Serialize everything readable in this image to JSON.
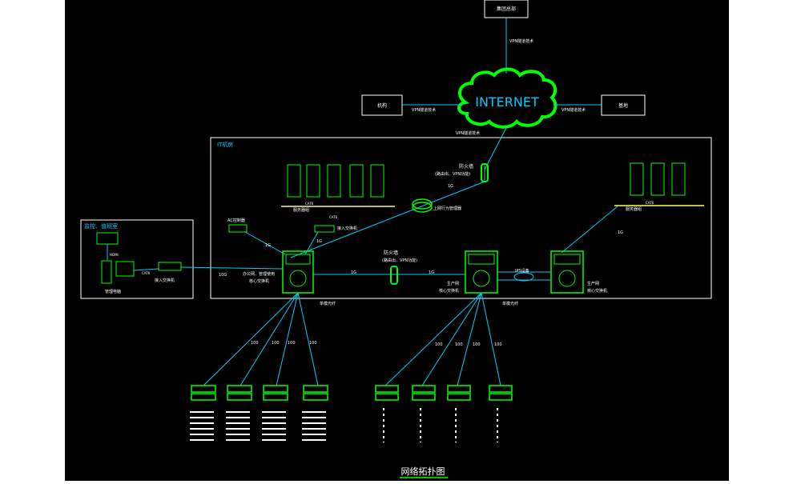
{
  "title": "网络拓扑图",
  "internet_label": "INTERNET",
  "hq_label": "集团总部",
  "left_site_label": "机构",
  "right_site_label": "基地",
  "vpn_top": "VPN隧道技术",
  "vpn_left": "VPN隧道技术",
  "vpn_right": "VPN隧道技术",
  "vpn_bottom": "VPN隧道技术",
  "room_label": "IT机房",
  "firewall_top_label": "防火墙",
  "firewall_top_sub": "(路由出、VPN功能)",
  "firewall_mid_label": "防火墙",
  "firewall_mid_sub": "(路由出、VPN功能)",
  "behavior_label": "上网行为管理器",
  "ac_label": "AC控制器",
  "access_switch_label": "接入交换机",
  "access_switch_left_label": "接入交换机",
  "core_left_label": "办公网、管理使用",
  "core_left_sub": "核心交换机",
  "core_mid_label": "生产网",
  "core_mid_sub": "核心交换机",
  "core_right_label": "生产网",
  "core_right_sub": "核心交换机",
  "ids_label": "IPS设备",
  "server_group_left_label": "服务器组",
  "server_group_right_label": "服务器组",
  "cat6": "CAT6",
  "monitor_room_label": "监控、值班室",
  "monitor_pc_label": "管理电脑",
  "hdmi_label": "HDMI",
  "fiber_left": "单模光纤",
  "fiber_mid": "单模光纤",
  "links": {
    "g1": "1G",
    "g10": "10G",
    "g100": "100"
  },
  "colors": {
    "line": "#00ccff",
    "device": "#00ff00",
    "frame": "#ffffff",
    "text": "#ffffff",
    "accent": "#ffff66"
  }
}
